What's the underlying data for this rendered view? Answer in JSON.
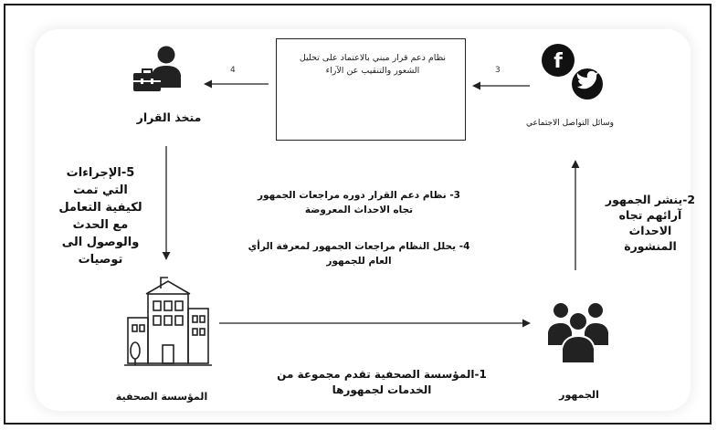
{
  "nodes": {
    "decision_maker": "متخذ القرار",
    "social_media": "وسائل التواصل الاجتماعي",
    "dss_box": "نظام دعم قرار مبني بالاعتماد على تحليل الشعور والتنقيب عن الآراء",
    "press_institution": "المؤسسة الصحفية",
    "public": "الجمهور"
  },
  "edges": {
    "edge_4_num": "4",
    "edge_3_num": "3"
  },
  "steps": {
    "step1": "1-المؤسسة الصحفية تقدم مجموعة من الخدمات لجمهورها",
    "step2": "2-ينشر الجمهور آرائهم تجاه الاحداث المنشورة",
    "step3": "3- نظام دعم القرار دوره مراجعات الجمهور تجاه الاحداث المعروضة",
    "step4": "4- يحلل النظام مراجعات الجمهور لمعرفة الرأي العام للجمهور",
    "step5": "5-الإجراءات التي تمت لكيفية التعامل مع الحدث والوصول الى توصيات"
  },
  "icons": {
    "facebook": "facebook-icon",
    "twitter": "twitter-icon",
    "decision_maker": "person-briefcase-icon",
    "chart": "bar-chart-icon",
    "building": "building-icon",
    "audience": "people-group-icon"
  }
}
